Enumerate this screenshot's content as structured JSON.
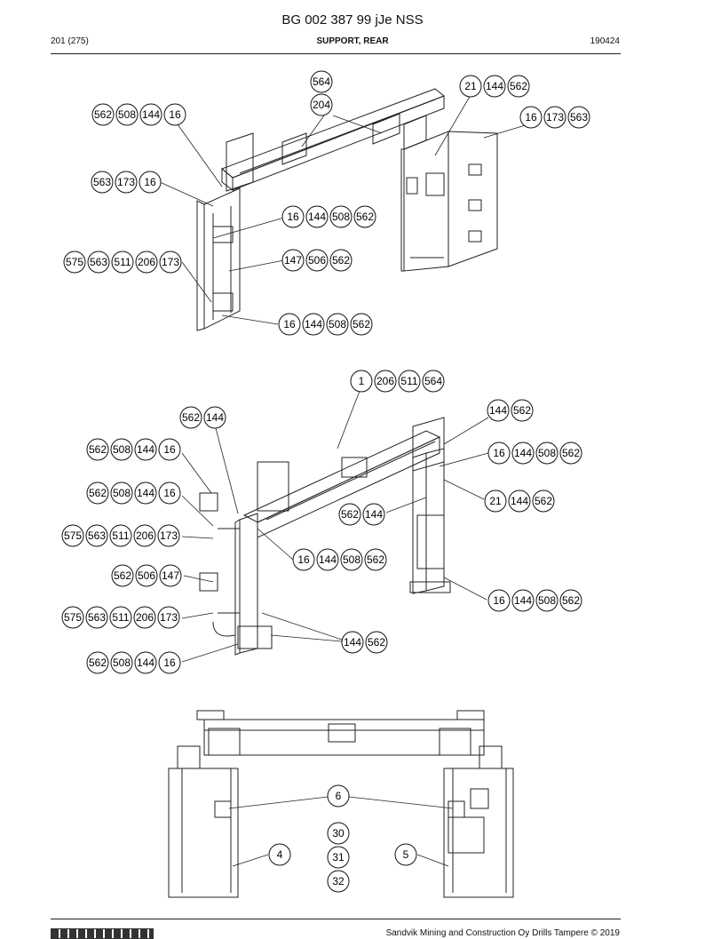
{
  "header": {
    "title": "BG 002 387 99 jJe NSS",
    "page": "201 (275)",
    "section": "SUPPORT, REAR",
    "date": "190424"
  },
  "footer": {
    "copyright": "Sandvik Mining and Construction Oy Drills Tampere © 2019"
  },
  "callouts": {
    "view1": [
      [
        "564"
      ],
      [
        "204"
      ],
      [
        "21",
        "144",
        "562"
      ],
      [
        "562",
        "508",
        "144",
        "16"
      ],
      [
        "16",
        "173",
        "563"
      ],
      [
        "563",
        "173",
        "16"
      ],
      [
        "16",
        "144",
        "508",
        "562"
      ],
      [
        "147",
        "506",
        "562"
      ],
      [
        "575",
        "563",
        "511",
        "206",
        "173"
      ],
      [
        "16",
        "144",
        "508",
        "562"
      ]
    ],
    "view2": [
      [
        "1",
        "206",
        "511",
        "564"
      ],
      [
        "144",
        "562"
      ],
      [
        "562",
        "144"
      ],
      [
        "562",
        "508",
        "144",
        "16"
      ],
      [
        "16",
        "144",
        "508",
        "562"
      ],
      [
        "562",
        "508",
        "144",
        "16"
      ],
      [
        "21",
        "144",
        "562"
      ],
      [
        "562",
        "144"
      ],
      [
        "575",
        "563",
        "511",
        "206",
        "173"
      ],
      [
        "16",
        "144",
        "508",
        "562"
      ],
      [
        "562",
        "506",
        "147"
      ],
      [
        "16",
        "144",
        "508",
        "562"
      ],
      [
        "575",
        "563",
        "511",
        "206",
        "173"
      ],
      [
        "144",
        "562"
      ],
      [
        "562",
        "508",
        "144",
        "16"
      ]
    ],
    "view3": [
      [
        "6"
      ],
      [
        "30"
      ],
      [
        "4"
      ],
      [
        "31"
      ],
      [
        "5"
      ],
      [
        "32"
      ]
    ]
  }
}
